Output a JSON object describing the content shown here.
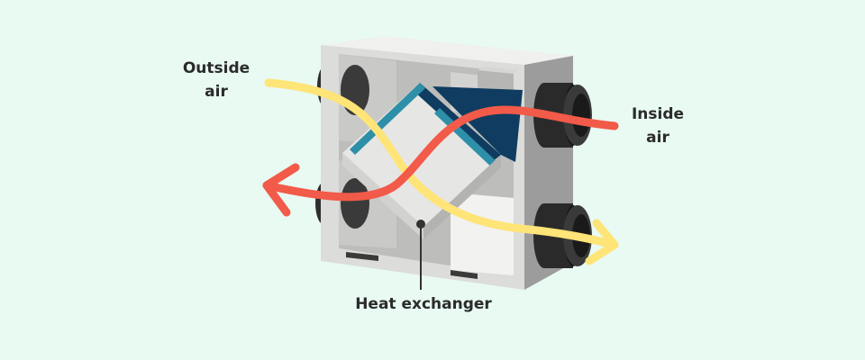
{
  "labels": {
    "outside_air": [
      "Outside",
      "air"
    ],
    "inside_air": [
      "Inside",
      "air"
    ],
    "heat_exchanger": "Heat exchanger"
  },
  "colors": {
    "background": "#e8faf2",
    "outside_air_flow": "#ffe477",
    "inside_air_flow": "#f25a49",
    "exchanger_panel": "#0f3c60",
    "exchanger_edge": "#2e8fa8",
    "duct": "#202020"
  }
}
